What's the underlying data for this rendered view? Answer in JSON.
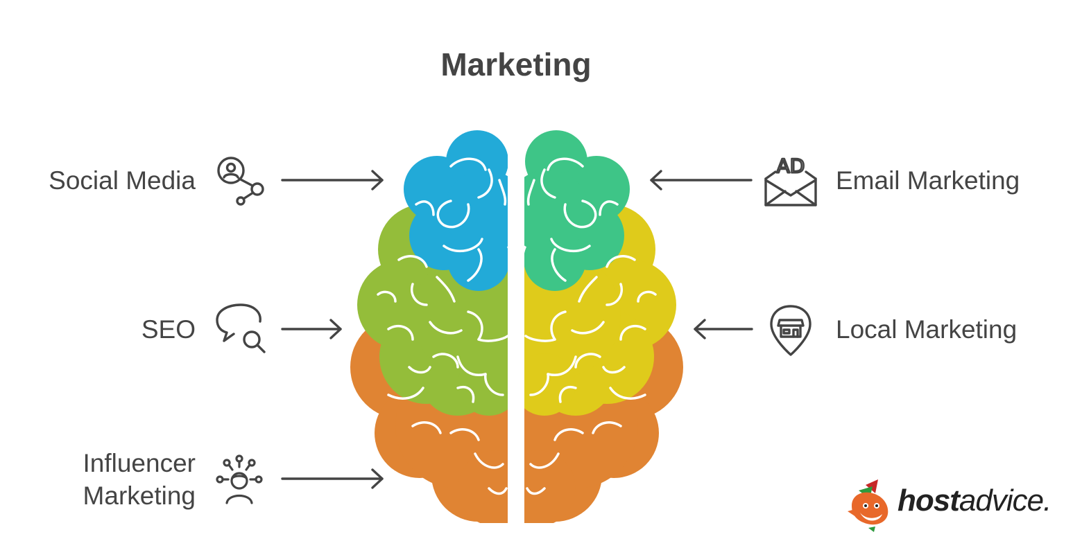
{
  "title": "Marketing",
  "items": {
    "social_media": "Social Media",
    "seo": "SEO",
    "influencer_line1": "Influencer",
    "influencer_line2": "Marketing",
    "email_marketing": "Email Marketing",
    "local_marketing": "Local Marketing"
  },
  "email_icon_text": "AD",
  "logo": {
    "bold": "host",
    "regular": "advice."
  },
  "colors": {
    "text": "#444444",
    "blue": "#22aad8",
    "green": "#3ec587",
    "lime": "#94bd3a",
    "yellow": "#dfcb1b",
    "orange": "#e08433",
    "logo_fox": "#e8682a"
  }
}
